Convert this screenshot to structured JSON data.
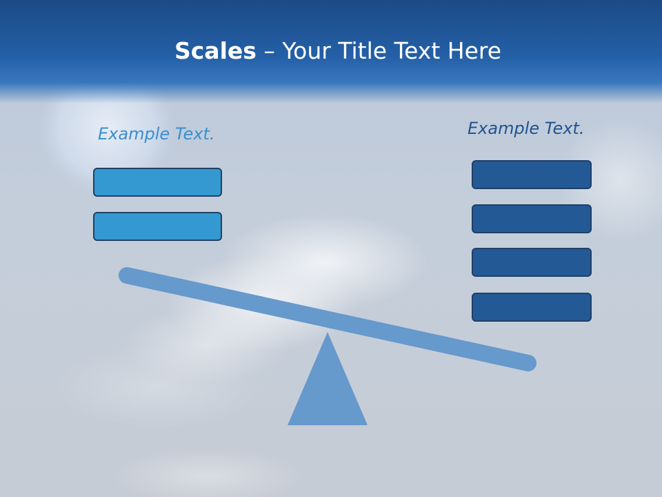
{
  "slide": {
    "title_bold": "Scales",
    "title_rest": " – Your Title Text Here"
  },
  "left_panel": {
    "caption": "Example Text.",
    "box_count": 2,
    "box_color": "#3499d1"
  },
  "right_panel": {
    "caption": "Example Text.",
    "box_count": 4,
    "box_color": "#235a96"
  },
  "scale": {
    "color": "#6699cc",
    "tilt": "right side lower"
  },
  "colors": {
    "header": "#2460a7",
    "background": "#c4cedb"
  }
}
